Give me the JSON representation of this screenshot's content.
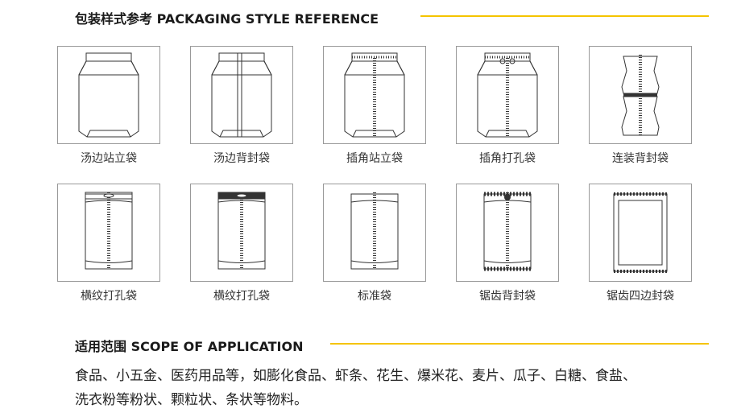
{
  "section1": {
    "title": "包装样式参考 PACKAGING STYLE REFERENCE"
  },
  "styles": [
    {
      "label": "汤边站立袋",
      "icon": "stand-up-pouch-icon"
    },
    {
      "label": "汤边背封袋",
      "icon": "back-seal-gusset-pouch-icon"
    },
    {
      "label": "插角站立袋",
      "icon": "gusset-stand-up-pouch-icon"
    },
    {
      "label": "插角打孔袋",
      "icon": "gusset-punched-pouch-icon"
    },
    {
      "label": "连装背封袋",
      "icon": "connected-back-seal-bag-icon"
    },
    {
      "label": "横纹打孔袋",
      "icon": "horizontal-stripe-punched-bag-icon"
    },
    {
      "label": "横纹打孔袋",
      "icon": "horizontal-stripe-punched-bag-icon"
    },
    {
      "label": "标准袋",
      "icon": "standard-bag-icon"
    },
    {
      "label": "锯齿背封袋",
      "icon": "serrated-back-seal-bag-icon"
    },
    {
      "label": "锯齿四边封袋",
      "icon": "serrated-four-side-seal-bag-icon"
    }
  ],
  "section2": {
    "title": "适用范围 SCOPE OF APPLICATION",
    "lines": [
      "食品、小五金、医药用品等，如膨化食品、虾条、花生、爆米花、麦片、瓜子、白糖、食盐、",
      "洗衣粉等粉状、颗粒状、条状等物料。"
    ]
  },
  "colors": {
    "accent": "#f5c400"
  }
}
